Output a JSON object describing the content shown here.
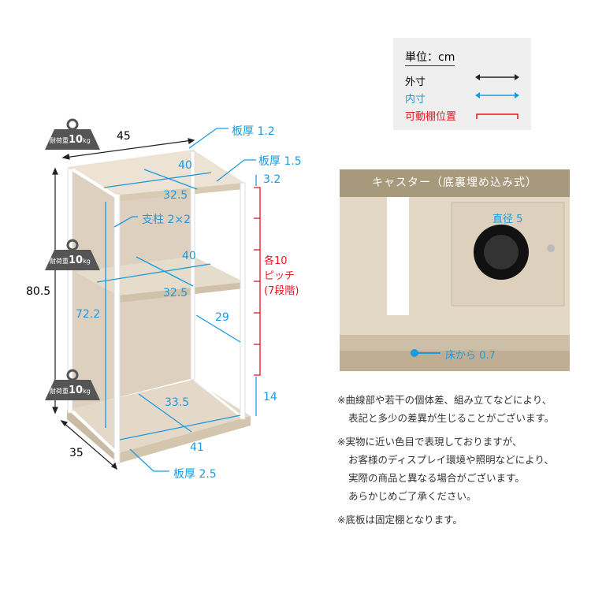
{
  "legend": {
    "unit": "単位：cm",
    "outer": "外寸",
    "inner": "内寸",
    "adjustable": "可動棚位置",
    "colors": {
      "outer": "#222222",
      "inner": "#1a9be0",
      "adjustable": "#e8141e"
    }
  },
  "badges": [
    {
      "label": "耐荷重",
      "value": "10",
      "unit": "kg"
    },
    {
      "label": "耐荷重",
      "value": "10",
      "unit": "kg"
    },
    {
      "label": "耐荷重",
      "value": "10",
      "unit": "kg"
    }
  ],
  "dimensions": {
    "outer_width": "45",
    "outer_depth": "35",
    "outer_height": "80.5",
    "top_board": "板厚 1.2",
    "shelf_board": "板厚 1.5",
    "base_board": "板厚 2.5",
    "top_gap": "3.2",
    "post": "支柱 2×2",
    "top_inner_width": "40",
    "top_inner_depth": "32.5",
    "mid_inner_width": "40",
    "mid_inner_depth": "32.5",
    "inner_height": "72.2",
    "inner_side": "29",
    "bottom_inner_depth": "33.5",
    "bottom_inner_width": "41",
    "bottom_gap": "14",
    "pitch": [
      "各10",
      "ピッチ",
      "(7段階)"
    ]
  },
  "caster": {
    "title": "キャスター（底裏埋め込み式）",
    "diameter": "直径 5",
    "clearance": "床から 0.7"
  },
  "notes": [
    [
      "※曲線部や若干の個体差、組み立てなどにより、",
      "表記と多少の差異が生じることがございます。"
    ],
    [
      "※実物に近い色目で表現しておりますが、",
      "お客様のディスプレイ環境や照明などにより、",
      "実際の商品と異なる場合がございます。",
      "あらかじめご了承ください。"
    ],
    [
      "※底板は固定棚となります。"
    ]
  ]
}
